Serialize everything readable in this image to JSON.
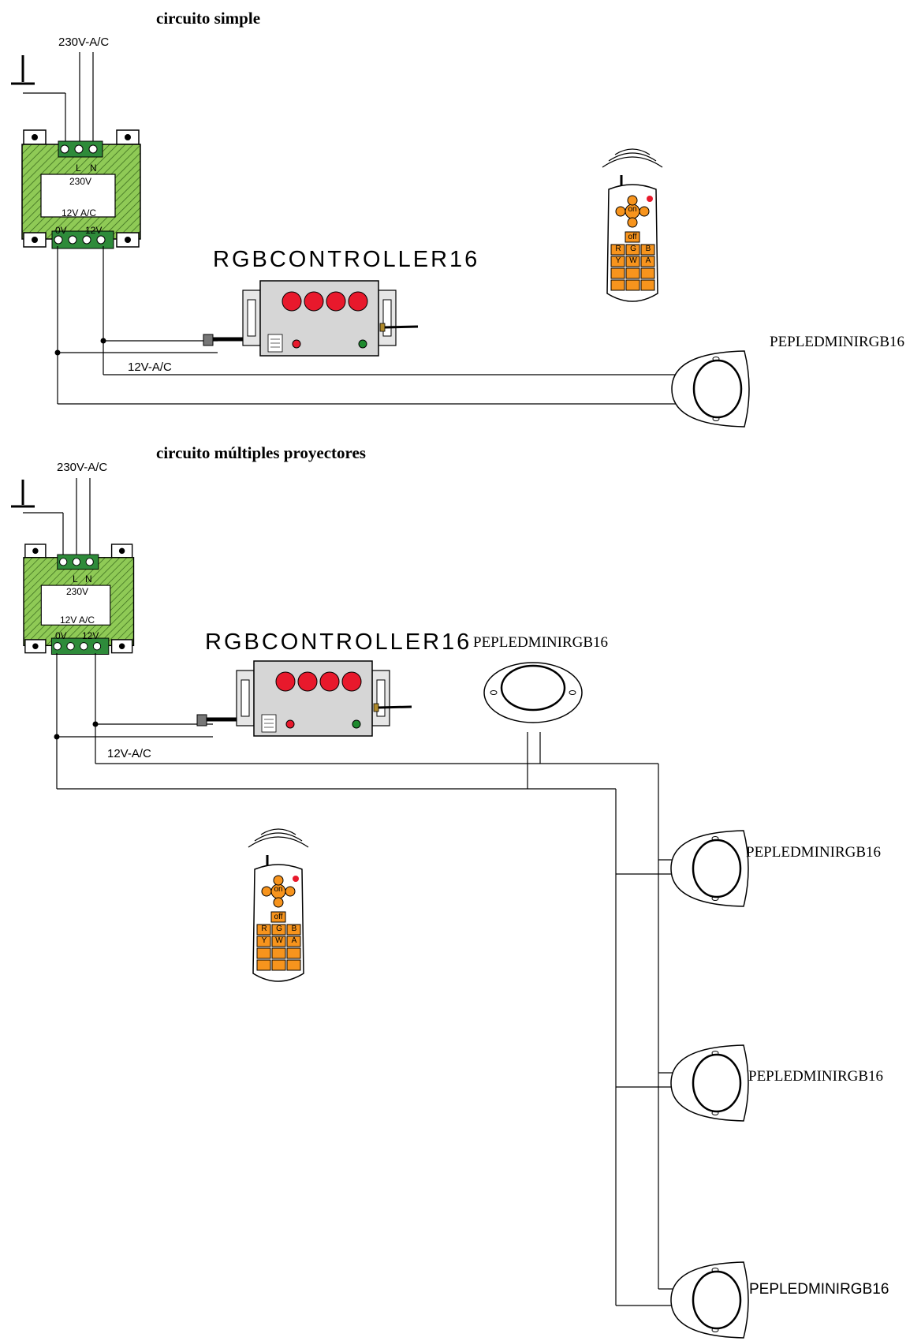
{
  "section1": {
    "title": "circuito simple",
    "supply_label": "230V-A/C",
    "secondary_label": "12V-A/C",
    "controller_name": "RGBCONTROLLER16",
    "projector_name": "PEPLEDMINIRGB16"
  },
  "section2": {
    "title": "circuito múltiples proyectores",
    "supply_label": "230V-A/C",
    "secondary_label": "12V-A/C",
    "controller_name": "RGBCONTROLLER16",
    "projector_names": [
      "PEPLEDMINIRGB16",
      "PEPLEDMINIRGB16",
      "PEPLEDMINIRGB16",
      "PEPLEDMINIRGB16"
    ]
  },
  "transformer": {
    "primary": "230V",
    "secondary": "12V A/C",
    "term_0v": "0V",
    "term_12v": "12V",
    "term_l": "L",
    "term_n": "N"
  },
  "remote": {
    "on": "on",
    "off": "off",
    "row1": [
      "R",
      "G",
      "B"
    ],
    "row2": [
      "Y",
      "W",
      "A"
    ]
  },
  "colors": {
    "transformer_green": "#8fca56",
    "terminal_green": "#2e8b3a",
    "controller_grey": "#d6d6d6",
    "button_red": "#e8192c",
    "led_green": "#1e8a2e",
    "remote_orange": "#f7941d"
  }
}
